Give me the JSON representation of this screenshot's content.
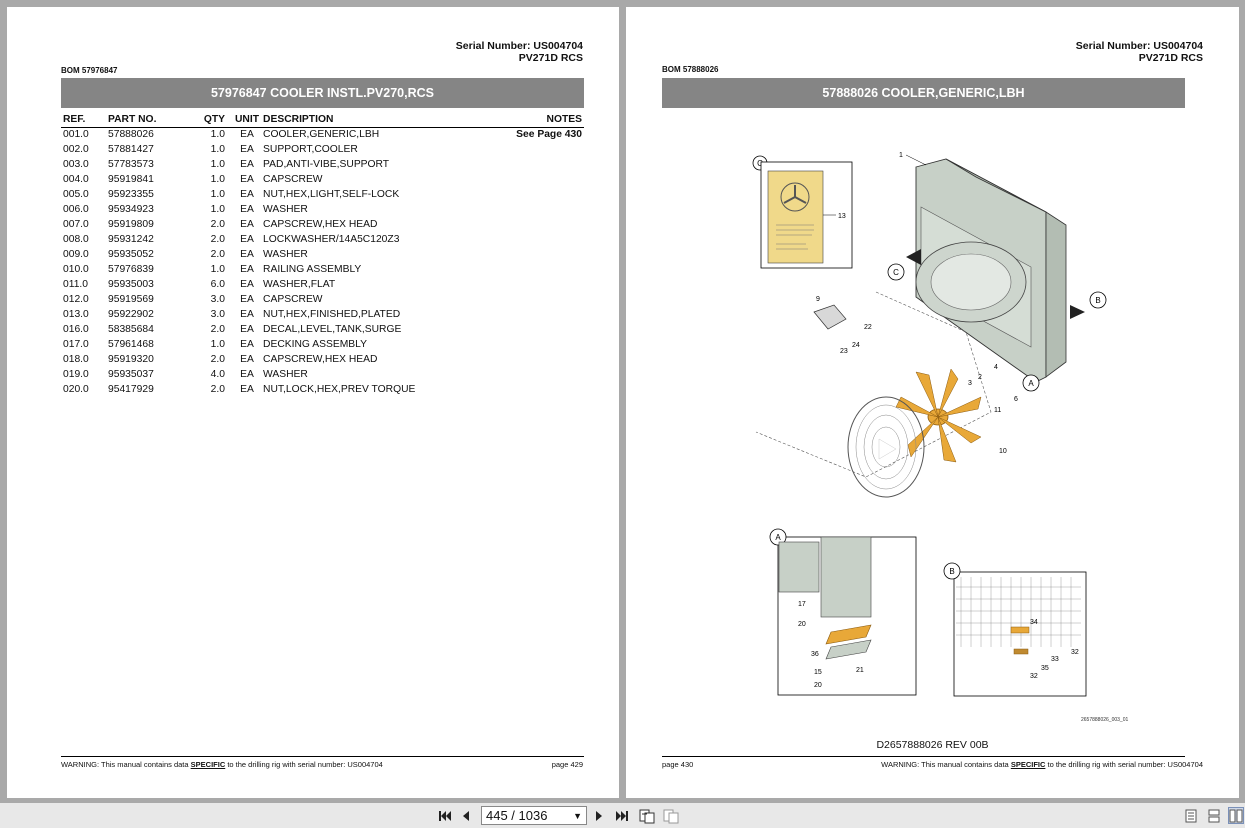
{
  "left_page": {
    "serial_line1": "Serial Number: US004704",
    "serial_line2": "PV271D RCS",
    "bom_label": "BOM 57976847",
    "banner_title": "57976847 COOLER INSTL.PV270,RCS",
    "columns": {
      "ref": "REF.",
      "part_no": "PART NO.",
      "qty": "QTY",
      "unit": "UNIT",
      "description": "DESCRIPTION",
      "notes": "NOTES"
    },
    "rows": [
      {
        "ref": "001.0",
        "part_no": "57888026",
        "qty": "1.0",
        "unit": "EA",
        "description": "COOLER,GENERIC,LBH",
        "notes": "See Page 430"
      },
      {
        "ref": "002.0",
        "part_no": "57881427",
        "qty": "1.0",
        "unit": "EA",
        "description": "SUPPORT,COOLER",
        "notes": ""
      },
      {
        "ref": "003.0",
        "part_no": "57783573",
        "qty": "1.0",
        "unit": "EA",
        "description": "PAD,ANTI-VIBE,SUPPORT",
        "notes": ""
      },
      {
        "ref": "004.0",
        "part_no": "95919841",
        "qty": "1.0",
        "unit": "EA",
        "description": "CAPSCREW",
        "notes": ""
      },
      {
        "ref": "005.0",
        "part_no": "95923355",
        "qty": "1.0",
        "unit": "EA",
        "description": "NUT,HEX,LIGHT,SELF-LOCK",
        "notes": ""
      },
      {
        "ref": "006.0",
        "part_no": "95934923",
        "qty": "1.0",
        "unit": "EA",
        "description": "WASHER",
        "notes": ""
      },
      {
        "ref": "007.0",
        "part_no": "95919809",
        "qty": "2.0",
        "unit": "EA",
        "description": "CAPSCREW,HEX HEAD",
        "notes": ""
      },
      {
        "ref": "008.0",
        "part_no": "95931242",
        "qty": "2.0",
        "unit": "EA",
        "description": "LOCKWASHER/14A5C120Z3",
        "notes": ""
      },
      {
        "ref": "009.0",
        "part_no": "95935052",
        "qty": "2.0",
        "unit": "EA",
        "description": "WASHER",
        "notes": ""
      },
      {
        "ref": "010.0",
        "part_no": "57976839",
        "qty": "1.0",
        "unit": "EA",
        "description": "RAILING ASSEMBLY",
        "notes": ""
      },
      {
        "ref": "011.0",
        "part_no": "95935003",
        "qty": "6.0",
        "unit": "EA",
        "description": "WASHER,FLAT",
        "notes": ""
      },
      {
        "ref": "012.0",
        "part_no": "95919569",
        "qty": "3.0",
        "unit": "EA",
        "description": "CAPSCREW",
        "notes": ""
      },
      {
        "ref": "013.0",
        "part_no": "95922902",
        "qty": "3.0",
        "unit": "EA",
        "description": "NUT,HEX,FINISHED,PLATED",
        "notes": ""
      },
      {
        "ref": "016.0",
        "part_no": "58385684",
        "qty": "2.0",
        "unit": "EA",
        "description": "DECAL,LEVEL,TANK,SURGE",
        "notes": ""
      },
      {
        "ref": "017.0",
        "part_no": "57961468",
        "qty": "1.0",
        "unit": "EA",
        "description": "DECKING ASSEMBLY",
        "notes": ""
      },
      {
        "ref": "018.0",
        "part_no": "95919320",
        "qty": "2.0",
        "unit": "EA",
        "description": "CAPSCREW,HEX HEAD",
        "notes": ""
      },
      {
        "ref": "019.0",
        "part_no": "95935037",
        "qty": "4.0",
        "unit": "EA",
        "description": "WASHER",
        "notes": ""
      },
      {
        "ref": "020.0",
        "part_no": "95417929",
        "qty": "2.0",
        "unit": "EA",
        "description": "NUT,LOCK,HEX,PREV TORQUE",
        "notes": ""
      }
    ],
    "footer_prefix": "WARNING:  This manual contains data ",
    "footer_emph": "SPECIFIC",
    "footer_suffix": " to the drilling rig with serial number: US004704",
    "page_label": "page 429"
  },
  "right_page": {
    "serial_line1": "Serial Number: US004704",
    "serial_line2": "PV271D RCS",
    "bom_label": "BOM 57888026",
    "banner_title": "57888026 COOLER,GENERIC,LBH",
    "diagram_code": "2657888026_003_01",
    "diagram_title": "D2657888026 REV 00B",
    "page_label": "page 430",
    "footer_prefix": "WARNING:  This manual contains data ",
    "footer_emph": "SPECIFIC",
    "footer_suffix": " to the drilling rig with serial number: US004704",
    "callouts": {
      "c": "C",
      "a": "A",
      "b": "B"
    },
    "part_labels": [
      "1",
      "13",
      "9",
      "22",
      "24",
      "23",
      "2",
      "4",
      "3",
      "6",
      "11",
      "10",
      "17",
      "20",
      "36",
      "15",
      "21",
      "20",
      "34",
      "33",
      "32",
      "35",
      "32"
    ],
    "warning_decal": "Rotating fan blade Can cause severe injury. Do not operate with guard removed."
  },
  "toolbar": {
    "page_value": "445 / 1036"
  },
  "colors": {
    "banner": "#858585",
    "part_highlight": "#e8a838",
    "drawing_body": "#c7d0c7"
  }
}
